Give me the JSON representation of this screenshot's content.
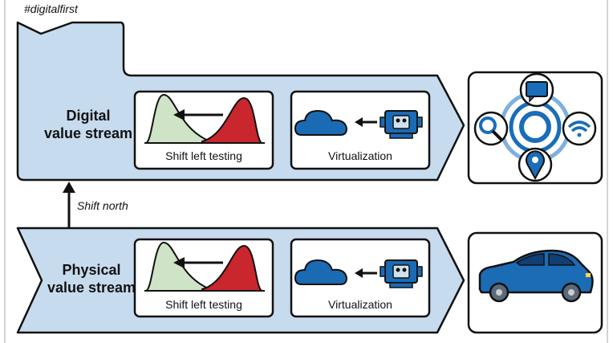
{
  "hashtag": "#digitalfirst",
  "digital": {
    "title_line1": "Digital",
    "title_line2": "value stream",
    "card1_caption": "Shift left testing",
    "card2_caption": "Virtualization"
  },
  "physical": {
    "title_line1": "Physical",
    "title_line2": "value stream",
    "card1_caption": "Shift left testing",
    "card2_caption": "Virtualization"
  },
  "shift_label": "Shift north",
  "colors": {
    "stream_fill": "#c7dbee",
    "outline": "#111111",
    "green_curve": "#cfe3c6",
    "red_curve": "#c9262d",
    "cloud_blue": "#1b6ab4",
    "car_blue": "#1c6bb5",
    "icon_blue": "#1a6db8"
  }
}
